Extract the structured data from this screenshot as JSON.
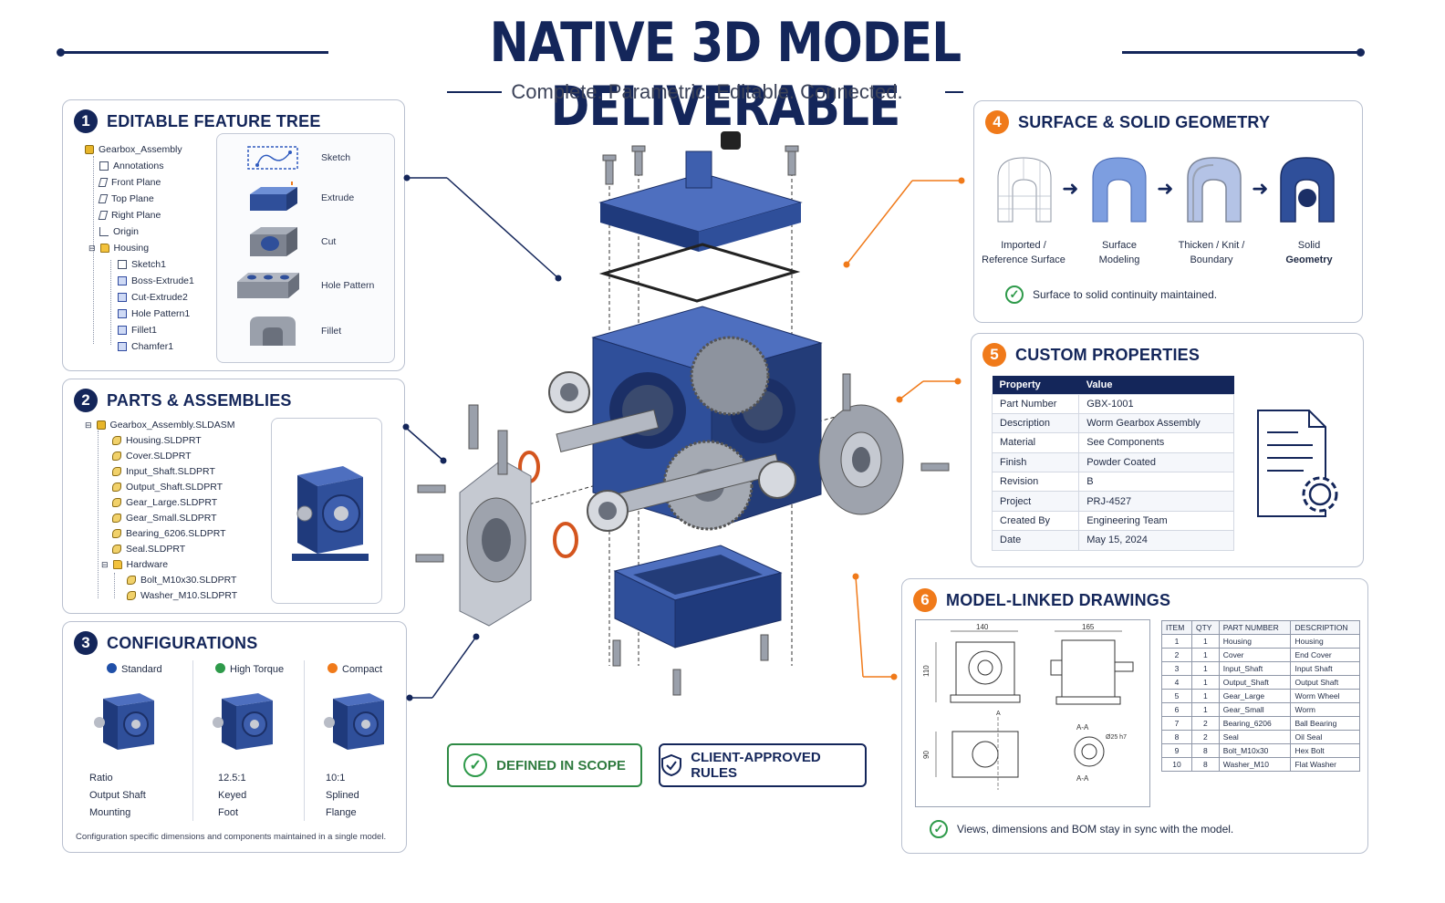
{
  "header": {
    "title": "NATIVE 3D MODEL DELIVERABLE",
    "subtitle": "Complete. Parametric. Editable. Connected."
  },
  "colors": {
    "navy": "#14265a",
    "orange": "#f07a1a",
    "green": "#2e8a44",
    "part_blue": "#2f4f9a"
  },
  "panel1": {
    "number": "1",
    "title": "EDITABLE FEATURE TREE",
    "tree": [
      {
        "label": "Gearbox_Assembly",
        "icon": "assembly-icon"
      },
      {
        "label": "Annotations",
        "icon": "annotations-icon"
      },
      {
        "label": "Front Plane",
        "icon": "plane-icon"
      },
      {
        "label": "Top Plane",
        "icon": "plane-icon"
      },
      {
        "label": "Right Plane",
        "icon": "plane-icon"
      },
      {
        "label": "Origin",
        "icon": "origin-icon"
      },
      {
        "label": "Housing",
        "icon": "folder-icon"
      },
      {
        "label": "Sketch1",
        "icon": "sketch-icon"
      },
      {
        "label": "Boss-Extrude1",
        "icon": "extrude-icon"
      },
      {
        "label": "Cut-Extrude2",
        "icon": "cut-icon"
      },
      {
        "label": "Hole Pattern1",
        "icon": "hole-pattern-icon"
      },
      {
        "label": "Fillet1",
        "icon": "fillet-icon"
      },
      {
        "label": "Chamfer1",
        "icon": "chamfer-icon"
      }
    ],
    "features": [
      {
        "label": "Sketch",
        "icon": "sketch-icon"
      },
      {
        "label": "Extrude",
        "icon": "extrude-icon"
      },
      {
        "label": "Cut",
        "icon": "cut-icon"
      },
      {
        "label": "Hole Pattern",
        "icon": "hole-pattern-icon"
      },
      {
        "label": "Fillet",
        "icon": "fillet-icon"
      }
    ]
  },
  "panel2": {
    "number": "2",
    "title": "PARTS & ASSEMBLIES",
    "tree": [
      {
        "label": "Gearbox_Assembly.SLDASM",
        "icon": "assembly-icon"
      },
      {
        "label": "Housing.SLDPRT",
        "icon": "part-icon"
      },
      {
        "label": "Cover.SLDPRT",
        "icon": "part-icon"
      },
      {
        "label": "Input_Shaft.SLDPRT",
        "icon": "part-icon"
      },
      {
        "label": "Output_Shaft.SLDPRT",
        "icon": "part-icon"
      },
      {
        "label": "Gear_Large.SLDPRT",
        "icon": "part-icon"
      },
      {
        "label": "Gear_Small.SLDPRT",
        "icon": "part-icon"
      },
      {
        "label": "Bearing_6206.SLDPRT",
        "icon": "part-icon"
      },
      {
        "label": "Seal.SLDPRT",
        "icon": "part-icon"
      },
      {
        "label": "Hardware",
        "icon": "folder-icon"
      },
      {
        "label": "Bolt_M10x30.SLDPRT",
        "icon": "part-icon"
      },
      {
        "label": "Washer_M10.SLDPRT",
        "icon": "part-icon"
      }
    ]
  },
  "panel3": {
    "number": "3",
    "title": "CONFIGURATIONS",
    "configs": [
      {
        "name": "Standard",
        "color": "#1f4fa8"
      },
      {
        "name": "High Torque",
        "color": "#2e9a4a"
      },
      {
        "name": "Compact",
        "color": "#f07a1a"
      }
    ],
    "rows": [
      {
        "label": "Ratio",
        "values": [
          "12.5:1",
          "10:1"
        ]
      },
      {
        "label": "Output Shaft",
        "values": [
          "Keyed",
          "Splined"
        ]
      },
      {
        "label": "Mounting",
        "values": [
          "Foot",
          "Flange"
        ]
      }
    ],
    "note": "Configuration specific dimensions and components maintained in a single model."
  },
  "panel4": {
    "number": "4",
    "title": "SURFACE & SOLID GEOMETRY",
    "steps": [
      {
        "line1": "Imported /",
        "line2": "Reference Surface"
      },
      {
        "line1": "Surface",
        "line2": "Modeling"
      },
      {
        "line1": "Thicken / Knit /",
        "line2": "Boundary"
      },
      {
        "line1": "Solid",
        "line2": "Geometry"
      }
    ],
    "note": "Surface to solid continuity maintained."
  },
  "panel5": {
    "number": "5",
    "title": "CUSTOM PROPERTIES",
    "headers": [
      "Property",
      "Value"
    ],
    "rows": [
      [
        "Part Number",
        "GBX-1001"
      ],
      [
        "Description",
        "Worm Gearbox Assembly"
      ],
      [
        "Material",
        "See Components"
      ],
      [
        "Finish",
        "Powder Coated"
      ],
      [
        "Revision",
        "B"
      ],
      [
        "Project",
        "PRJ-4527"
      ],
      [
        "Created By",
        "Engineering Team"
      ],
      [
        "Date",
        "May 15, 2024"
      ]
    ]
  },
  "panel6": {
    "number": "6",
    "title": "MODEL-LINKED DRAWINGS",
    "dims": {
      "d1": "140",
      "d2": "165",
      "d3": "110",
      "d4": "90",
      "section": "A-A",
      "dia": "Ø25 h7",
      "sec_mark": "A"
    },
    "bom_headers": [
      "ITEM",
      "QTY",
      "PART NUMBER",
      "DESCRIPTION"
    ],
    "bom": [
      [
        "1",
        "1",
        "Housing",
        "Housing"
      ],
      [
        "2",
        "1",
        "Cover",
        "End Cover"
      ],
      [
        "3",
        "1",
        "Input_Shaft",
        "Input Shaft"
      ],
      [
        "4",
        "1",
        "Output_Shaft",
        "Output Shaft"
      ],
      [
        "5",
        "1",
        "Gear_Large",
        "Worm Wheel"
      ],
      [
        "6",
        "1",
        "Gear_Small",
        "Worm"
      ],
      [
        "7",
        "2",
        "Bearing_6206",
        "Ball Bearing"
      ],
      [
        "8",
        "2",
        "Seal",
        "Oil Seal"
      ],
      [
        "9",
        "8",
        "Bolt_M10x30",
        "Hex Bolt"
      ],
      [
        "10",
        "8",
        "Washer_M10",
        "Flat Washer"
      ]
    ],
    "note": "Views, dimensions and BOM stay in sync with the model."
  },
  "badges": {
    "scope": "DEFINED IN SCOPE",
    "rules": "CLIENT-APPROVED RULES"
  }
}
